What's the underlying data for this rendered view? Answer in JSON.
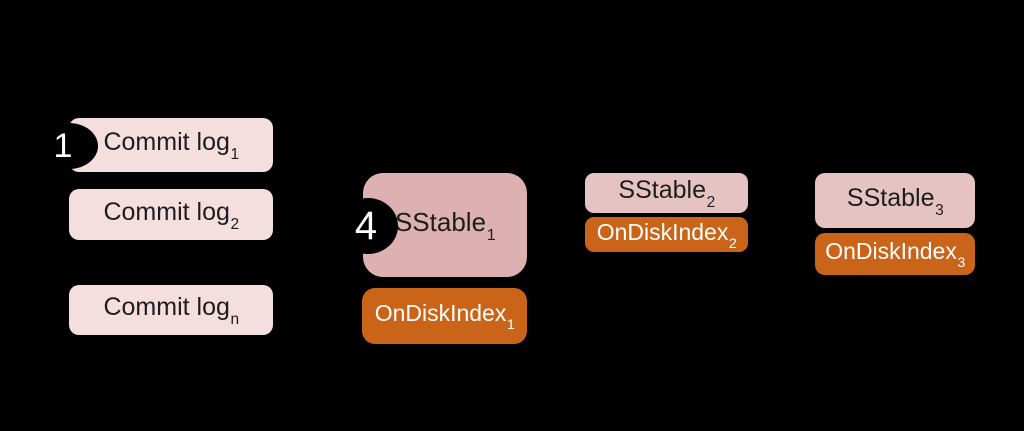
{
  "colors": {
    "background": "#000000",
    "commit_log_bg": "#f5dede",
    "sstable1_bg": "#ddb1b1",
    "sstable_bg": "#e5c3c3",
    "ondisk_index_bg": "#ca6418",
    "dark_text": "#1d1d1d",
    "light_text": "#ffffff"
  },
  "badges": [
    {
      "number": "1"
    },
    {
      "number": "4"
    }
  ],
  "commit_logs": [
    {
      "text": "Commit log",
      "sub": "1"
    },
    {
      "text": "Commit log",
      "sub": "2"
    },
    {
      "text": "Commit log",
      "sub": "n"
    }
  ],
  "sstables": [
    {
      "text": "SStable",
      "sub": "1"
    },
    {
      "text": "SStable",
      "sub": "2"
    },
    {
      "text": "SStable",
      "sub": "3"
    }
  ],
  "ondisk_indexes": [
    {
      "text": "OnDiskIndex",
      "sub": "1"
    },
    {
      "text": "OnDiskIndex",
      "sub": "2"
    },
    {
      "text": "OnDiskIndex",
      "sub": "3"
    }
  ]
}
